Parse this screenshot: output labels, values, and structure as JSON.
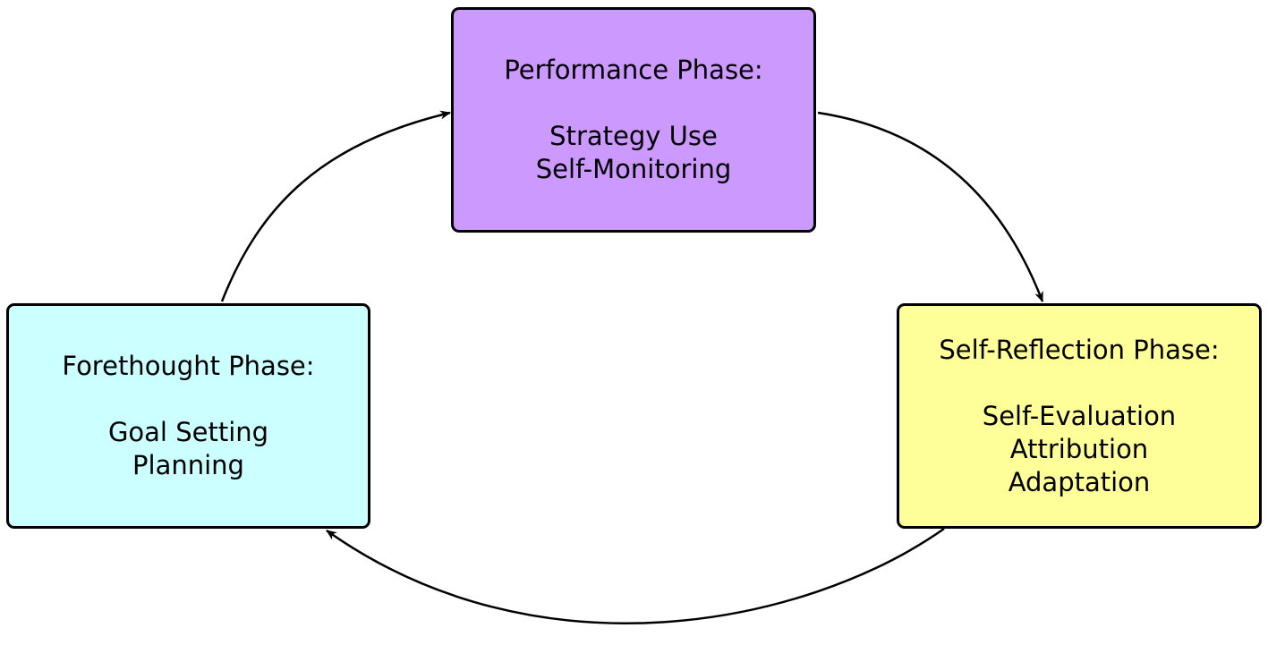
{
  "diagram": {
    "type": "cycle",
    "phases": {
      "performance": {
        "title": "Performance Phase:",
        "items": [
          "Strategy Use",
          "Self-Monitoring"
        ],
        "color": "#cc99ff"
      },
      "reflection": {
        "title": "Self-Reflection Phase:",
        "items": [
          "Self-Evaluation",
          "Attribution",
          "Adaptation"
        ],
        "color": "#ffff99"
      },
      "forethought": {
        "title": "Forethought Phase:",
        "items": [
          "Goal Setting",
          "Planning"
        ],
        "color": "#ccffff"
      }
    },
    "flow": [
      {
        "from": "forethought",
        "to": "performance"
      },
      {
        "from": "performance",
        "to": "reflection"
      },
      {
        "from": "reflection",
        "to": "forethought"
      }
    ]
  }
}
